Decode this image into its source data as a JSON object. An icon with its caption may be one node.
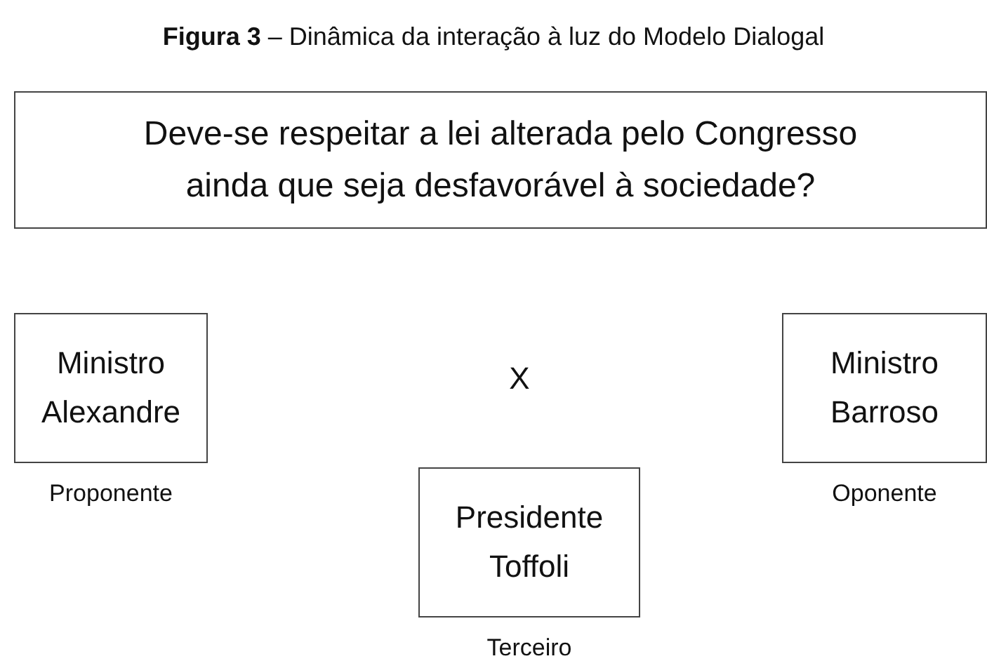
{
  "diagram": {
    "title": "**Figura 3** – Dinâmica da interação à luz do Modelo Dialogal",
    "nodes": [
      {
        "text": [
          "Deve-se respeitar a lei alterada pelo Congresso ainda que seja desfavorável à sociedade?"
        ]
      },
      {
        "text": [
          "Ministro Alexandre"
        ],
        "beside": [
          "Proponente"
        ]
      },
      {
        "text": [
          "Ministro Barroso"
        ],
        "beside": [
          "Oponente"
        ]
      },
      {
        "text": [
          "Presidente Toffoli"
        ],
        "beside": [
          "Terceiro"
        ]
      }
    ],
    "labels": [
      "X"
    ]
  }
}
